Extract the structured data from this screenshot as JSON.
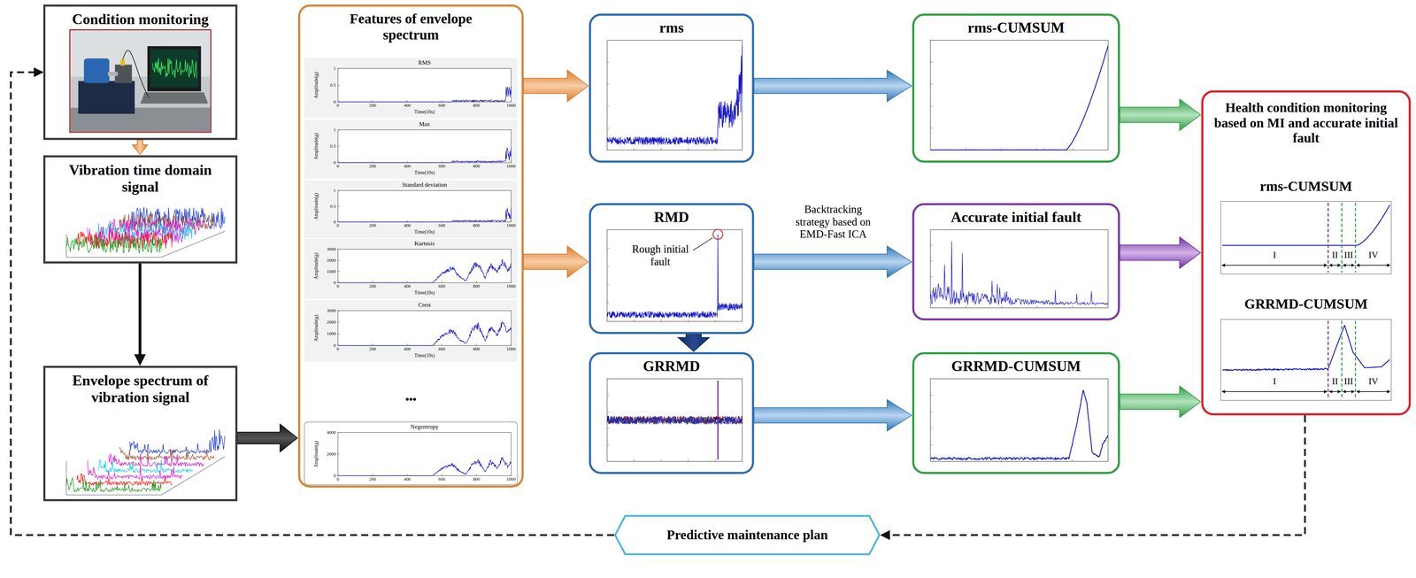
{
  "diagram": {
    "nodes": [
      {
        "text": [
          "Condition monitoring"
        ]
      },
      {
        "text": [
          "Vibration time domain signal"
        ]
      },
      {
        "text": [
          "Envelope spectrum of vibration signal"
        ]
      },
      {
        "text": [
          "Features of envelope spectrum"
        ]
      },
      {
        "text": [
          "rms"
        ]
      },
      {
        "text": [
          "RMD",
          "Rough initial fault"
        ]
      },
      {
        "text": [
          "GRRMD"
        ]
      },
      {
        "text": [
          "rms-CUMSUM"
        ]
      },
      {
        "text": [
          "Accurate initial fault"
        ]
      },
      {
        "text": [
          "GRRMD-CUMSUM"
        ]
      },
      {
        "text": [
          "Health condition monitoring based on MI and accurate initial fault",
          "rms-CUMSUM",
          "GRRMD-CUMSUM"
        ]
      },
      {
        "text": [
          "Predictive maintenance plan"
        ]
      }
    ],
    "edges": [
      {
        "from": 0,
        "to": 1,
        "arrow": "to"
      },
      {
        "from": 1,
        "to": 2,
        "arrow": "to"
      },
      {
        "from": 2,
        "to": 3,
        "arrow": "to"
      },
      {
        "from": 3,
        "to": 4,
        "arrow": "to"
      },
      {
        "from": 3,
        "to": 5,
        "arrow": "to"
      },
      {
        "from": 4,
        "to": 7,
        "arrow": "to"
      },
      {
        "from": 5,
        "to": 8,
        "label": "Backtracking strategy based on EMD-Fast ICA",
        "arrow": "to"
      },
      {
        "from": 5,
        "to": 6,
        "arrow": "to"
      },
      {
        "from": 6,
        "to": 9,
        "arrow": "to"
      },
      {
        "from": 7,
        "to": 10,
        "arrow": "to"
      },
      {
        "from": 8,
        "to": 10,
        "arrow": "to"
      },
      {
        "from": 9,
        "to": 10,
        "arrow": "to"
      },
      {
        "from": 10,
        "to": 11,
        "arrow": "to"
      },
      {
        "from": 11,
        "to": 0,
        "arrow": "to"
      }
    ],
    "labels": [
      "RMS",
      "Amplitude(g)",
      "0",
      "0.5",
      "1",
      "0",
      "200",
      "400",
      "600",
      "800",
      "1000",
      "Time(10s)",
      "Max",
      "Amplitude(g)",
      "0",
      "0.5",
      "1",
      "0",
      "200",
      "400",
      "600",
      "800",
      "1000",
      "Time(10s)",
      "Standard deviation",
      "Amplitude(g)",
      "0",
      "0.5",
      "1",
      "0",
      "200",
      "400",
      "600",
      "800",
      "1000",
      "Time(10s)",
      "Kurtosis",
      "Amplitude(g)",
      "0",
      "1000",
      "2000",
      "3000",
      "0",
      "200",
      "400",
      "600",
      "800",
      "1000",
      "Time(10s)",
      "Crest",
      "Amplitude(g)",
      "0",
      "1000",
      "2000",
      "3000",
      "0",
      "200",
      "400",
      "600",
      "800",
      "1000",
      "Time(10s)",
      "•••",
      "Negentropy",
      "Amplitude(g)",
      "0",
      "2000",
      "4000",
      "0",
      "200",
      "400",
      "600",
      "800",
      "1000",
      "I",
      "II",
      "III",
      "IV",
      "I",
      "II",
      "III",
      "IV"
    ]
  }
}
